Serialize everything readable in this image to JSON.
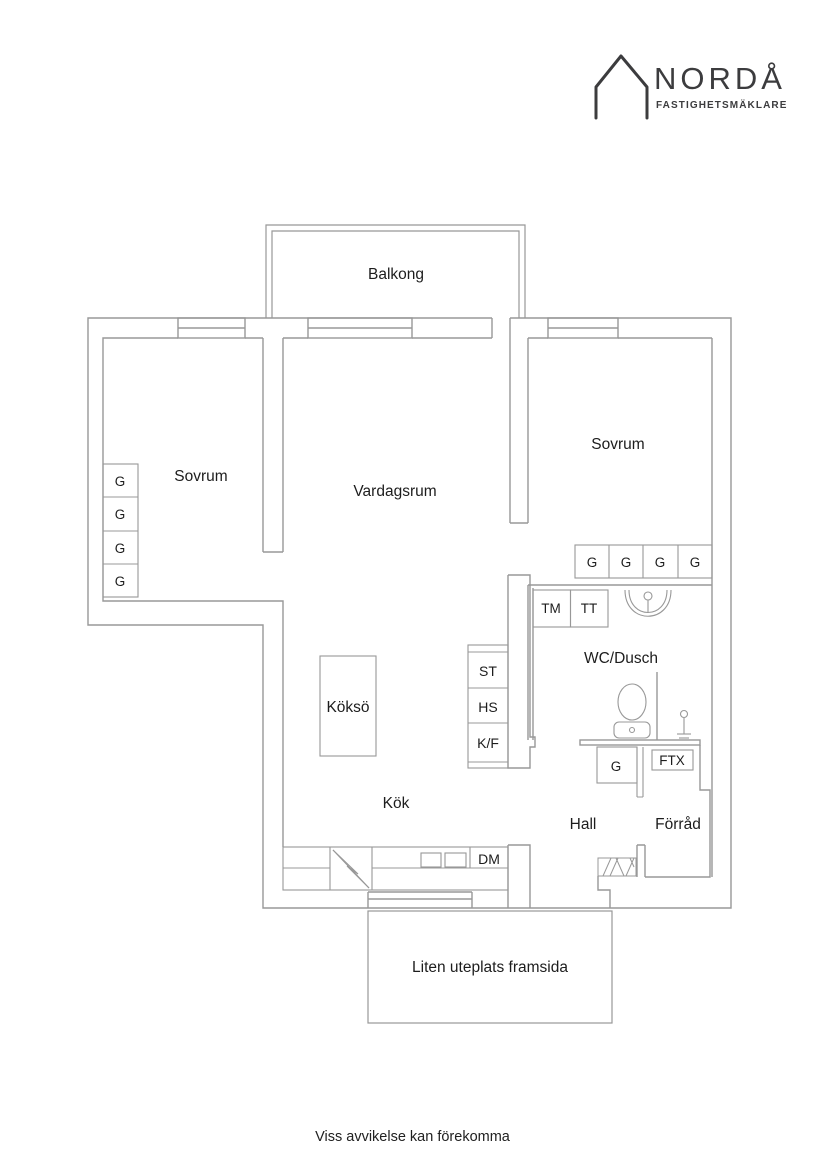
{
  "logo": {
    "name": "NORDÅ",
    "tagline": "FASTIGHETSMÄKLARE"
  },
  "footer": {
    "disclaimer": "Viss avvikelse kan förekomma"
  },
  "colors": {
    "plan_line": "#989898",
    "label_text": "#1d1d1d",
    "logo": "#3c3c3e",
    "background": "#ffffff"
  },
  "plan": {
    "rooms": {
      "balcony": "Balkong",
      "bedroom_left": "Sovrum",
      "living_room": "Vardagsrum",
      "bedroom_right": "Sovrum",
      "bathroom": "WC/Dusch",
      "kitchen": "Kök",
      "hall": "Hall",
      "storage": "Förråd",
      "patio": "Liten uteplats framsida"
    },
    "fixtures": {
      "kitchen_island": "Köksö",
      "dishwasher": "DM",
      "washing_machine": "TM",
      "tumble_dryer": "TT",
      "cleaning_cabinet": "ST",
      "tall_cabinet": "HS",
      "fridge_freezer": "K/F",
      "ventilation_unit": "FTX",
      "hall_wardrobe": "G"
    },
    "wardrobes_bedroom_left": [
      "G",
      "G",
      "G",
      "G"
    ],
    "wardrobes_bedroom_right": [
      "G",
      "G",
      "G",
      "G"
    ]
  }
}
